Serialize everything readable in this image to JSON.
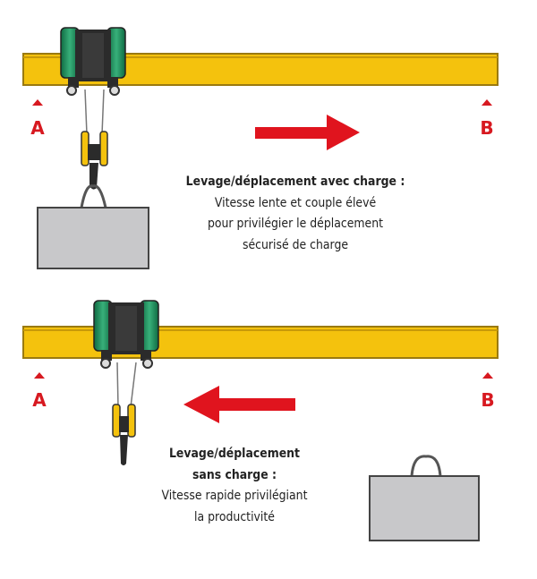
{
  "colors": {
    "beam": "#f4c20d",
    "trolley": "#2b2b2b",
    "trolley_side": "#1f8a5a",
    "arrow": "#e0141e",
    "load": "#c8c8ca",
    "marker": "#d71920"
  },
  "markers": {
    "a": "A",
    "b": "B"
  },
  "scene_top": {
    "direction": "right",
    "title": "Levage/déplacement avec charge :",
    "lines": [
      "Vitesse lente et couple élevé",
      "pour privilégier le déplacement",
      "sécurisé de charge"
    ]
  },
  "scene_bottom": {
    "direction": "left",
    "title_lines": [
      "Levage/déplacement",
      "sans charge :"
    ],
    "lines": [
      "Vitesse rapide privilégiant",
      "la productivité"
    ]
  }
}
